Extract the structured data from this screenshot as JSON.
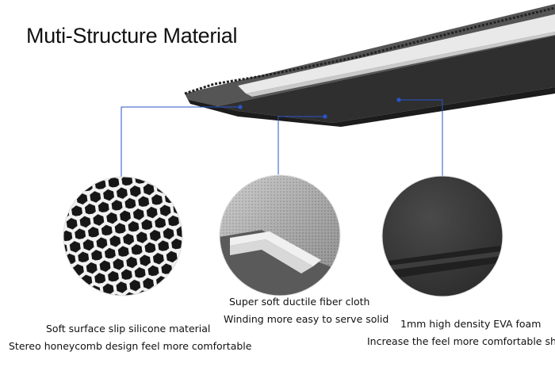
{
  "title": "Muti-Structure Material",
  "colors": {
    "callout_line": "#2a55c9",
    "foam": "#2b2b2b",
    "strip": "#e9e9e9"
  },
  "layers": [
    {
      "name": "silicone-layer",
      "lines": [
        "Soft surface slip silicone material",
        "Stereo honeycomb design feel more comfortable"
      ]
    },
    {
      "name": "fiber-cloth-layer",
      "lines": [
        "Super soft ductile fiber cloth",
        "Winding more easy to serve solid"
      ]
    },
    {
      "name": "eva-foam-layer",
      "lines": [
        "1mm high density EVA foam",
        "Increase the feel more comfortable shock"
      ]
    }
  ]
}
